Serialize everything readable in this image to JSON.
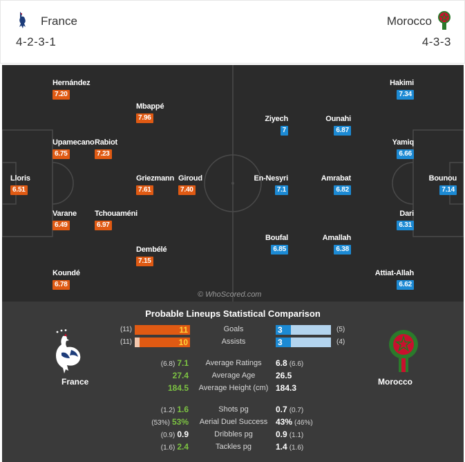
{
  "header": {
    "home": {
      "name": "France",
      "formation": "4-2-3-1"
    },
    "away": {
      "name": "Morocco",
      "formation": "4-3-3"
    }
  },
  "pitch": {
    "watermark": "© WhoScored.com",
    "home_players": [
      {
        "id": "lloris",
        "name": "Lloris",
        "rating": "6.51"
      },
      {
        "id": "hernandez",
        "name": "Hernández",
        "rating": "7.20"
      },
      {
        "id": "upamecano",
        "name": "Upamecano",
        "rating": "6.75"
      },
      {
        "id": "varane",
        "name": "Varane",
        "rating": "6.49"
      },
      {
        "id": "kounde",
        "name": "Koundé",
        "rating": "6.78"
      },
      {
        "id": "rabiot",
        "name": "Rabiot",
        "rating": "7.23"
      },
      {
        "id": "tchouameni",
        "name": "Tchouaméni",
        "rating": "6.97"
      },
      {
        "id": "mbappe",
        "name": "Mbappé",
        "rating": "7.96"
      },
      {
        "id": "griezmann",
        "name": "Griezmann",
        "rating": "7.61"
      },
      {
        "id": "dembele",
        "name": "Dembélé",
        "rating": "7.15"
      },
      {
        "id": "giroud",
        "name": "Giroud",
        "rating": "7.40"
      }
    ],
    "away_players": [
      {
        "id": "bounou",
        "name": "Bounou",
        "rating": "7.14"
      },
      {
        "id": "hakimi",
        "name": "Hakimi",
        "rating": "7.34"
      },
      {
        "id": "yamiq",
        "name": "Yamiq",
        "rating": "6.66"
      },
      {
        "id": "dari",
        "name": "Dari",
        "rating": "6.31"
      },
      {
        "id": "attiat-allah",
        "name": "Attiat-Allah",
        "rating": "6.62"
      },
      {
        "id": "ounahi",
        "name": "Ounahi",
        "rating": "6.87"
      },
      {
        "id": "amrabat",
        "name": "Amrabat",
        "rating": "6.82"
      },
      {
        "id": "amallah",
        "name": "Amallah",
        "rating": "6.38"
      },
      {
        "id": "ziyech",
        "name": "Ziyech",
        "rating": "7"
      },
      {
        "id": "en-nesyri",
        "name": "En-Nesyri",
        "rating": "7.1"
      },
      {
        "id": "boufal",
        "name": "Boufal",
        "rating": "6.85"
      }
    ]
  },
  "comparison": {
    "title": "Probable Lineups Statistical Comparison",
    "home_label": "France",
    "away_label": "Morocco",
    "bars": [
      {
        "label": "Goals",
        "home": "11",
        "home_prev": "(11)",
        "away": "3",
        "away_prev": "(5)",
        "home_fill": 1.0,
        "away_fill": 0.27
      },
      {
        "label": "Assists",
        "home": "10",
        "home_prev": "(11)",
        "away": "3",
        "away_prev": "(4)",
        "home_fill": 0.91,
        "away_fill": 0.27
      }
    ],
    "stats": [
      {
        "label": "Average Ratings",
        "home_prev": "(6.8)",
        "home": "7.1",
        "away": "6.8",
        "away_prev": "(6.6)",
        "home_better": true
      },
      {
        "label": "Average Age",
        "home_prev": "",
        "home": "27.4",
        "away": "26.5",
        "away_prev": "",
        "home_better": true
      },
      {
        "label": "Average Height (cm)",
        "home_prev": "",
        "home": "184.5",
        "away": "184.3",
        "away_prev": "",
        "home_better": true
      },
      {
        "label": "Shots pg",
        "home_prev": "(1.2)",
        "home": "1.6",
        "away": "0.7",
        "away_prev": "(0.7)",
        "home_better": true
      },
      {
        "label": "Aerial Duel Success",
        "home_prev": "(53%)",
        "home": "53%",
        "away": "43%",
        "away_prev": "(46%)",
        "home_better": true
      },
      {
        "label": "Dribbles pg",
        "home_prev": "(0.9)",
        "home": "0.9",
        "away": "0.9",
        "away_prev": "(1.1)",
        "home_better": false
      },
      {
        "label": "Tackles pg",
        "home_prev": "(1.6)",
        "home": "2.4",
        "away": "1.4",
        "away_prev": "(1.6)",
        "home_better": true
      }
    ]
  },
  "colors": {
    "home_accent": "#e05a13",
    "away_accent": "#1c8ad4",
    "pitch": "#2b2b2b",
    "panel": "#3a3a3a",
    "better": "#7cc242"
  }
}
